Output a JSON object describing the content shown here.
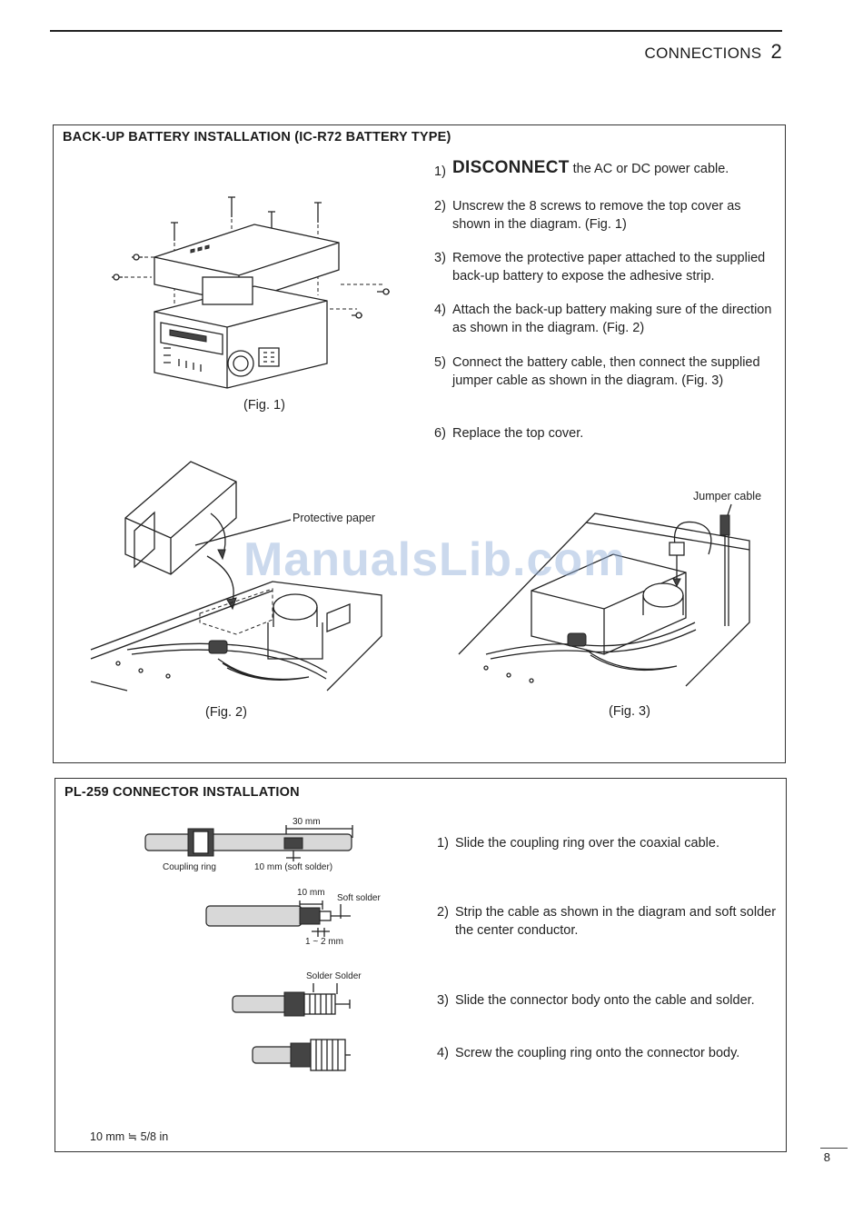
{
  "header": {
    "section": "CONNECTIONS",
    "chapter_number": "2"
  },
  "battery_section": {
    "title": "BACK-UP BATTERY INSTALLATION (IC-R72 BATTERY TYPE)",
    "steps": [
      {
        "num": "1)",
        "emph": "DISCONNECT",
        "text": " the AC or DC power cable."
      },
      {
        "num": "2)",
        "text": "Unscrew the 8 screws to remove the top cover as shown in the diagram. (Fig. 1)"
      },
      {
        "num": "3)",
        "text": "Remove the protective paper attached to the supplied back-up battery to expose the adhesive strip."
      },
      {
        "num": "4)",
        "text": "Attach the back-up battery making sure of the direction as shown in the diagram. (Fig. 2)"
      },
      {
        "num": "5)",
        "text": "Connect the battery cable, then connect the supplied jumper cable as shown in the diagram. (Fig. 3)"
      },
      {
        "num": "6)",
        "text": "Replace the top cover."
      }
    ],
    "fig1_caption": "(Fig. 1)",
    "fig2_caption": "(Fig. 2)",
    "fig3_caption": "(Fig. 3)",
    "fig2_label": "Protective paper",
    "fig3_label": "Jumper cable"
  },
  "connector_section": {
    "title": "PL-259 CONNECTOR INSTALLATION",
    "steps": [
      {
        "num": "1)",
        "text": "Slide the coupling ring over the coaxial cable."
      },
      {
        "num": "2)",
        "text": "Strip the cable as shown in the diagram and soft solder the center conductor."
      },
      {
        "num": "3)",
        "text": "Slide the connector body onto the cable and solder."
      },
      {
        "num": "4)",
        "text": "Screw the coupling ring onto the connector body."
      }
    ],
    "diagram_labels": {
      "dim_30mm": "30 mm",
      "coupling_ring": "Coupling ring",
      "dim_10mm_soft_solder": "10 mm (soft solder)",
      "dim_10mm": "10 mm",
      "soft_solder": "Soft solder",
      "dim_1_2mm": "1 ~ 2 mm",
      "solder_pair": "Solder Solder"
    },
    "footnote": "10 mm ≒ 5/8 in"
  },
  "watermark": "ManualsLib.com",
  "page_number": "8"
}
